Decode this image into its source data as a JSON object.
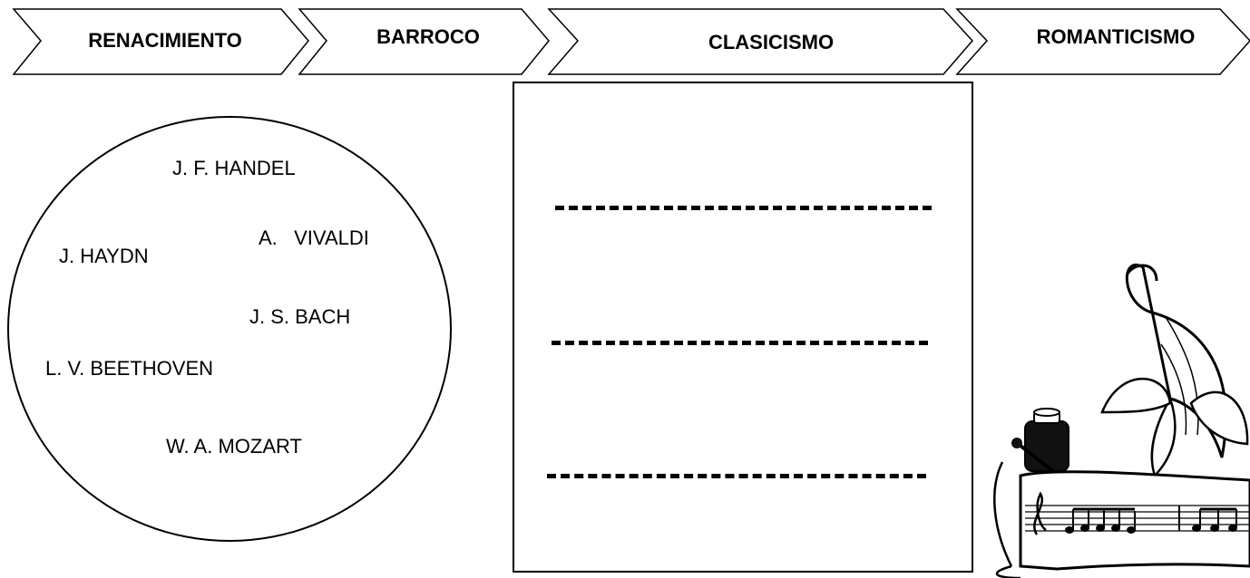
{
  "timeline": {
    "periods": [
      {
        "label": "RENACIMIENTO"
      },
      {
        "label": "BARROCO"
      },
      {
        "label": "CLASICISMO"
      },
      {
        "label": "ROMANTICISMO"
      }
    ]
  },
  "composers": [
    {
      "name": "J. F. HANDEL"
    },
    {
      "name": "A.   VIVALDI"
    },
    {
      "name": "J. HAYDN"
    },
    {
      "name": "J. S. BACH"
    },
    {
      "name": "L. V. BEETHOVEN"
    },
    {
      "name": "W. A. MOZART"
    }
  ],
  "answer_box": {
    "blank_lines": 3
  },
  "illustration": {
    "icon": "quill-inkwell-sheet-music-icon"
  }
}
